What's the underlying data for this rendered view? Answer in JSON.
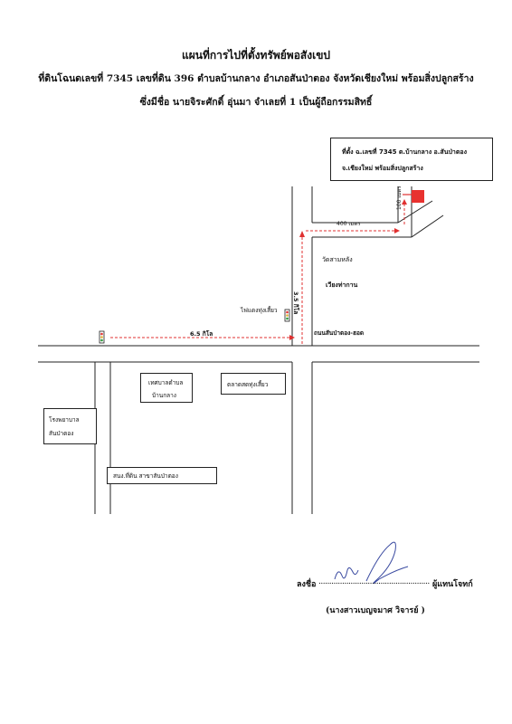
{
  "title": {
    "line1": "แผนที่การไปที่ตั้งทรัพย์พอสังเขป",
    "line2": "ที่ดินโฉนดเลขที่  7345  เลขที่ดิน 396  ตำบลบ้านกลาง  อำเภอสันป่าตอง  จังหวัดเชียงใหม่ พร้อมสิ่งปลูกสร้าง",
    "line3": "ซึ่งมีชื่อ นายจิระศักดิ์  อุ่นมา  จำเลยที่ 1  เป็นผู้ถือกรรมสิทธิ์"
  },
  "location_box": {
    "line1": "ที่ตั้ง ฉ.เลขที่ 7345  ต.บ้านกลาง  อ.สันป่าตอง",
    "line2": "จ.เชียงใหม่ พร้อมสิ่งปลูกสร้าง"
  },
  "map": {
    "dist_100m": "100 เมตร",
    "dist_400m": "400 เมตร",
    "temple": "วัดสามหลัง",
    "village": "เวียงท่ากาน",
    "dist_3_5km": "3.5 กิโล",
    "traffic_light_label": "ไฟแดงทุ่งเสี้ยว",
    "dist_6_5km": "6.5 กิโล",
    "main_road": "ถนนสันป่าตอง-ฮอด",
    "municipality_line1": "เทศบาลตำบล",
    "municipality_line2": "บ้านกลาง",
    "market": "ตลาดสดทุ่งเสี้ยว",
    "hospital_line1": "โรงพยาบาล",
    "hospital_line2": "สันป่าตอง",
    "land_office": "สนง.ที่ดิน สาขาสันป่าตอง"
  },
  "signature": {
    "sign_label": "ลงชื่อ",
    "dots": "....................................................",
    "role": "ผู้แทนโจทก์",
    "name": "(นางสาวเบญจมาศ  วิจารย์ )"
  },
  "colors": {
    "route": "#e03030",
    "property": "#e8322f",
    "ink": "#111111"
  }
}
